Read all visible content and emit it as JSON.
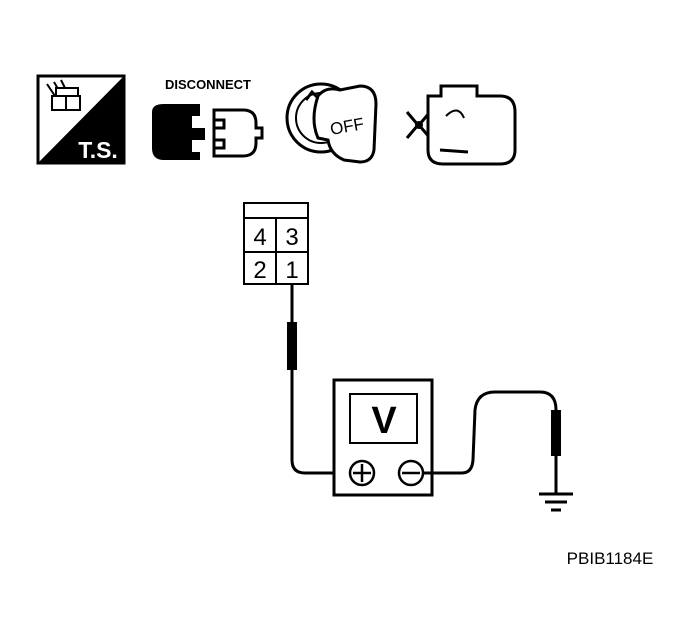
{
  "icons": {
    "ts_badge": "T.S.",
    "disconnect_label": "DISCONNECT",
    "ignition_position": "OFF",
    "names": [
      "wiring-harness-icon",
      "disconnect-connector-icon",
      "ignition-key-off-icon",
      "engine-stopped-icon"
    ]
  },
  "connector": {
    "pins": [
      "4",
      "3",
      "2",
      "1"
    ],
    "probed_pin": "1"
  },
  "meter": {
    "display": "V",
    "positive_symbol": "⊕",
    "negative_symbol": "⊖"
  },
  "figure_code": "PBIB1184E",
  "colors": {
    "ink": "#000000",
    "paper": "#ffffff"
  }
}
